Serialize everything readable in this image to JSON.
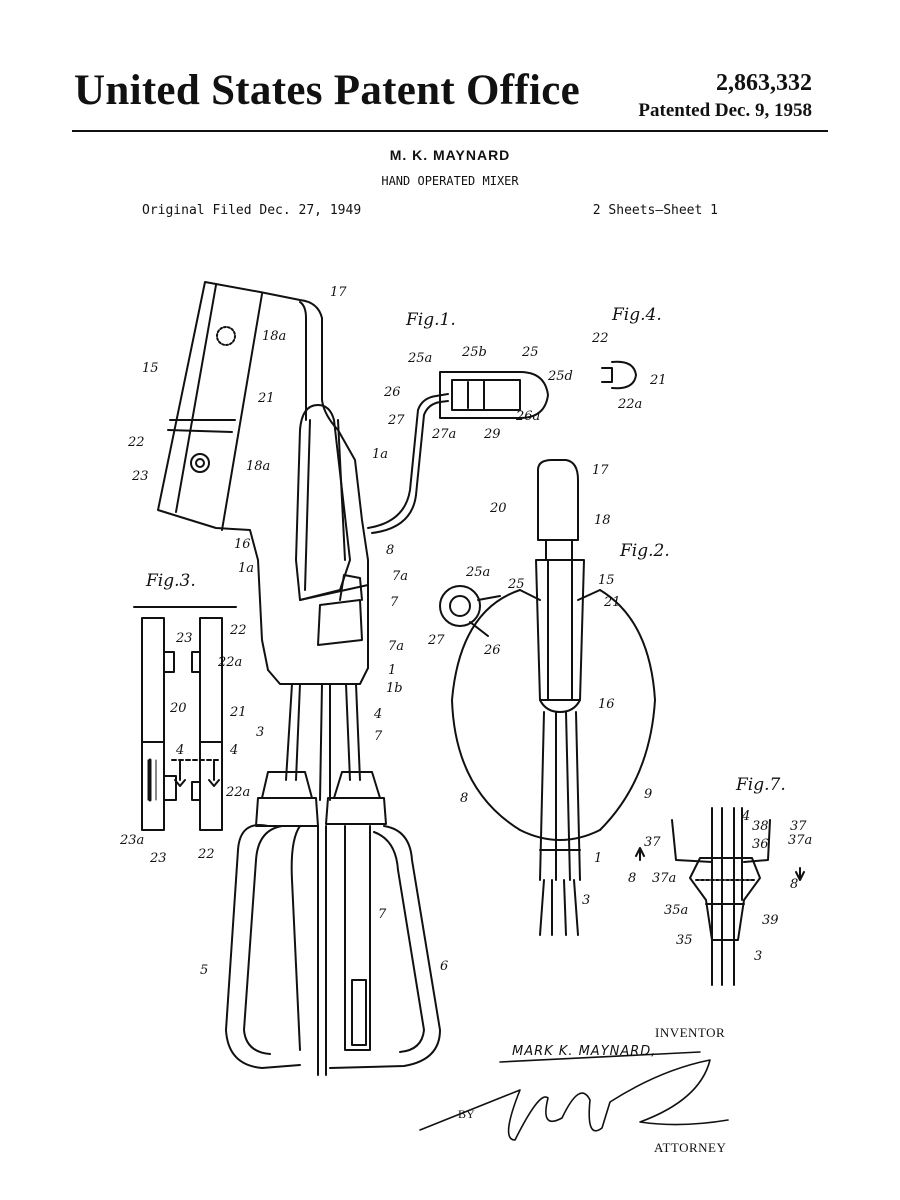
{
  "header": {
    "office": "United States Patent Office",
    "patent_number": "2,863,332",
    "patented_date": "Patented Dec. 9, 1958"
  },
  "caption": {
    "inventor": "M. K. MAYNARD",
    "title": "HAND OPERATED MIXER",
    "filed": "Original Filed Dec. 27, 1949",
    "sheets": "2 Sheets—Sheet 1"
  },
  "figures": {
    "fig1": "Fig.1.",
    "fig2": "Fig.2.",
    "fig3": "Fig.3.",
    "fig4": "Fig.4.",
    "fig7": "Fig.7."
  },
  "refs": {
    "r17": "17",
    "r18a": "18a",
    "r15": "15",
    "r21": "21",
    "r22": "22",
    "r23": "23",
    "r18a_2": "18a",
    "r1a": "1a",
    "r16": "16",
    "r1a_2": "1a",
    "r8": "8",
    "r7a": "7a",
    "r7": "7",
    "r7a_2": "7a",
    "r1": "1",
    "r1b": "1b",
    "r4": "4",
    "r3": "3",
    "r7_2": "7",
    "r7_3": "7",
    "r5": "5",
    "r6": "6",
    "r25a": "25a",
    "r25b": "25b",
    "r25": "25",
    "r25d": "25d",
    "r26": "26",
    "r27": "27",
    "r26a": "26a",
    "r27a": "27a",
    "r29": "29",
    "r22_f4": "22",
    "r21_f4": "21",
    "r22a_f4": "22a",
    "r23_f3": "23",
    "r22_f3": "22",
    "r22a_f3": "22a",
    "r20_f3": "20",
    "r21_f3": "21",
    "r4_f3a": "4",
    "r4_f3b": "4",
    "r22a_f3b": "22a",
    "r23a_f3": "23a",
    "r23_f3b": "23",
    "r22_f3b": "22",
    "r17_f2": "17",
    "r20_f2": "20",
    "r18_f2": "18",
    "r25a_f2": "25a",
    "r25_f2": "25",
    "r15_f2": "15",
    "r21_f2": "21",
    "r27_f2": "27",
    "r26_f2": "26",
    "r16_f2": "16",
    "r8_f2": "8",
    "r9_f2": "9",
    "r1_f2": "1",
    "r3_f2": "3",
    "r4_f7": "4",
    "r38_f7": "38",
    "r37_f7": "37",
    "r37a_f7": "37a",
    "r36_f7": "36",
    "r37_f7b": "37",
    "r8_f7a": "8",
    "r37a_f7b": "37a",
    "r8_f7b": "8",
    "r35a_f7": "35a",
    "r39_f7": "39",
    "r35_f7": "35",
    "r3_f7": "3"
  },
  "signature": {
    "inventor_label": "INVENTOR",
    "inventor_name": "MARK K. MAYNARD,",
    "by": "BY",
    "attorney_label": "ATTORNEY"
  }
}
